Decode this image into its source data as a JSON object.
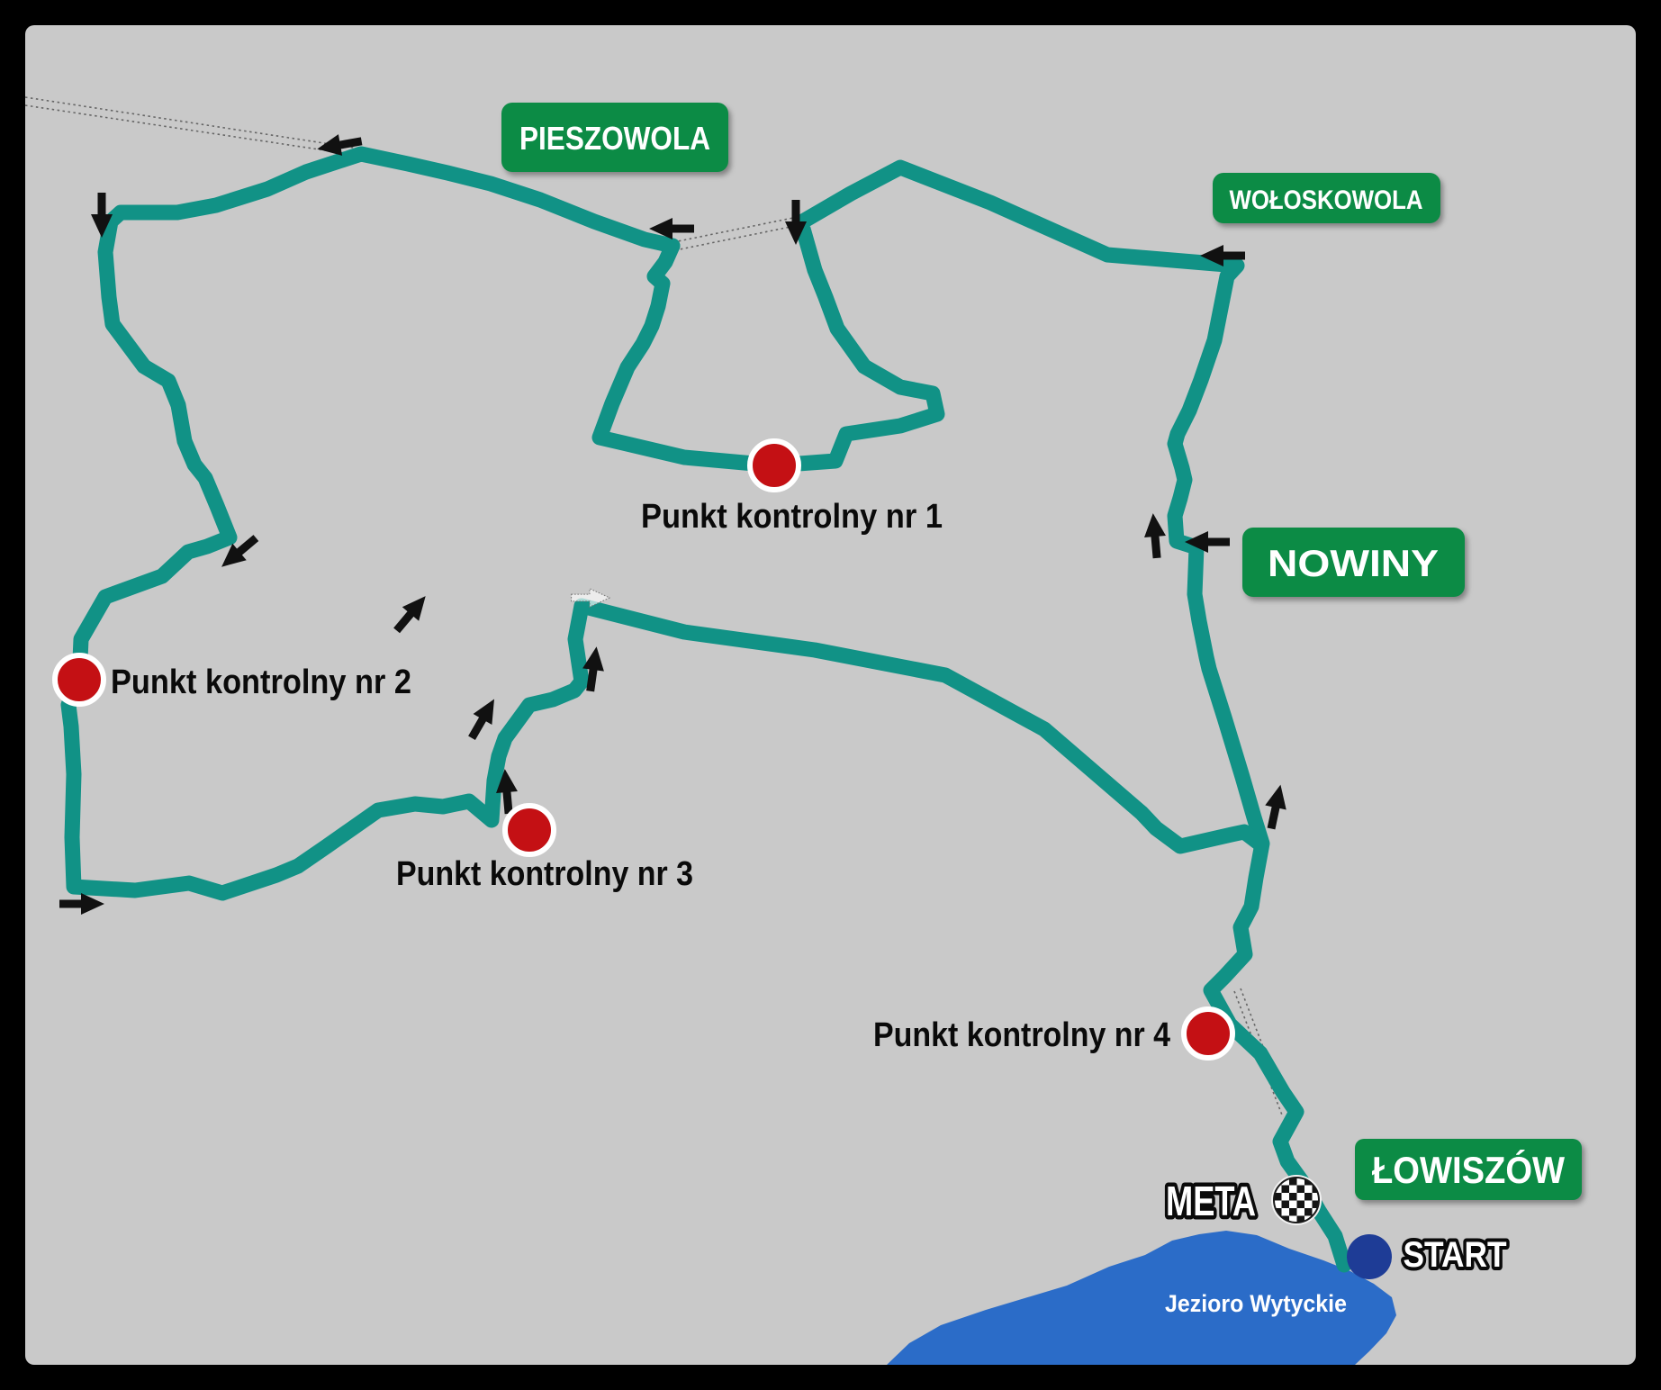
{
  "places": {
    "pieszowola": "PIESZOWOLA",
    "woloskowola": "WOŁOSKOWOLA",
    "nowiny": "NOWINY",
    "lowiszow": "ŁOWISZÓW"
  },
  "checkpoints": [
    {
      "label": "Punkt kontrolny nr 1"
    },
    {
      "label": "Punkt kontrolny nr 2"
    },
    {
      "label": "Punkt kontrolny nr 3"
    },
    {
      "label": "Punkt kontrolny nr 4"
    }
  ],
  "markers": {
    "meta": "META",
    "start": "START"
  },
  "lake": {
    "name": "Jezioro Wytyckie"
  },
  "colors": {
    "frame": "#000000",
    "background": "#C9C9C9",
    "route": "#119286",
    "label_green": "#0C8B45",
    "checkpoint_red": "#C41014",
    "lake_blue": "#2B6CC8",
    "start_navy": "#1E3C96",
    "arrow_black": "#111111",
    "railway_gray": "#666666"
  }
}
